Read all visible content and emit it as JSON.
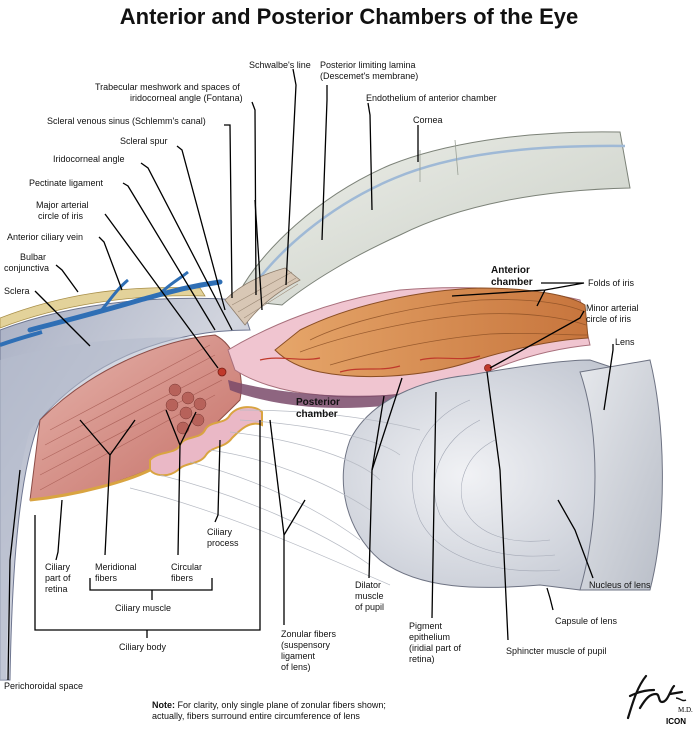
{
  "title": "Anterior and Posterior Chambers of the Eye",
  "labels": {
    "schwalbes_line": "Schwalbe's line",
    "posterior_limiting_lamina_1": "Posterior limiting lamina",
    "posterior_limiting_lamina_2": "(Descemet's membrane)",
    "trabecular_1": "Trabecular meshwork and spaces of",
    "trabecular_2": "iridocorneal angle (Fontana)",
    "endothelium": "Endothelium of anterior chamber",
    "scleral_venous_sinus": "Scleral venous sinus (Schlemm's canal)",
    "cornea": "Cornea",
    "scleral_spur": "Scleral spur",
    "iridocorneal_angle": "Iridocorneal angle",
    "pectinate_ligament": "Pectinate ligament",
    "major_arterial_1": "Major arterial",
    "major_arterial_2": "circle of iris",
    "anterior_ciliary_vein": "Anterior ciliary vein",
    "bulbar_1": "Bulbar",
    "bulbar_2": "conjunctiva",
    "sclera": "Sclera",
    "anterior_chamber_1": "Anterior",
    "anterior_chamber_2": "chamber",
    "folds_of_iris": "Folds of iris",
    "minor_arterial_1": "Minor arterial",
    "minor_arterial_2": "circle of iris",
    "lens": "Lens",
    "posterior_chamber_1": "Posterior",
    "posterior_chamber_2": "chamber",
    "ciliary_process_1": "Ciliary",
    "ciliary_process_2": "process",
    "ciliary_part_1": "Ciliary",
    "ciliary_part_2": "part of",
    "ciliary_part_3": "retina",
    "meridional_1": "Meridional",
    "meridional_2": "fibers",
    "circular_1": "Circular",
    "circular_2": "fibers",
    "ciliary_muscle": "Ciliary muscle",
    "ciliary_body": "Ciliary body",
    "perichoroidal_space": "Perichoroidal space",
    "zonular_1": "Zonular fibers",
    "zonular_2": "(suspensory",
    "zonular_3": "ligament",
    "zonular_4": "of lens)",
    "dilator_1": "Dilator",
    "dilator_2": "muscle",
    "dilator_3": "of pupil",
    "pigment_1": "Pigment",
    "pigment_2": "epithelium",
    "pigment_3": "(iridial part of",
    "pigment_4": "retina)",
    "sphincter": "Sphincter muscle of pupil",
    "nucleus": "Nucleus of lens",
    "capsule": "Capsule of lens"
  },
  "note": {
    "prefix": "Note:",
    "line1": " For clarity, only single plane of zonular fibers shown;",
    "line2": "actually, fibers surround entire circumference of lens"
  },
  "signature": {
    "name": "F. Netter",
    "suffix": "M.D.",
    "mark": "ICON"
  },
  "colors": {
    "sclera": "#c9ccd6",
    "cornea": "#d9ddd6",
    "iris": "#d4894a",
    "ciliary": "#e8b6c4",
    "muscle": "#c06a62",
    "lens": "#dcdfe6",
    "vein": "#3a7fc1",
    "pigment": "#d9a441"
  }
}
